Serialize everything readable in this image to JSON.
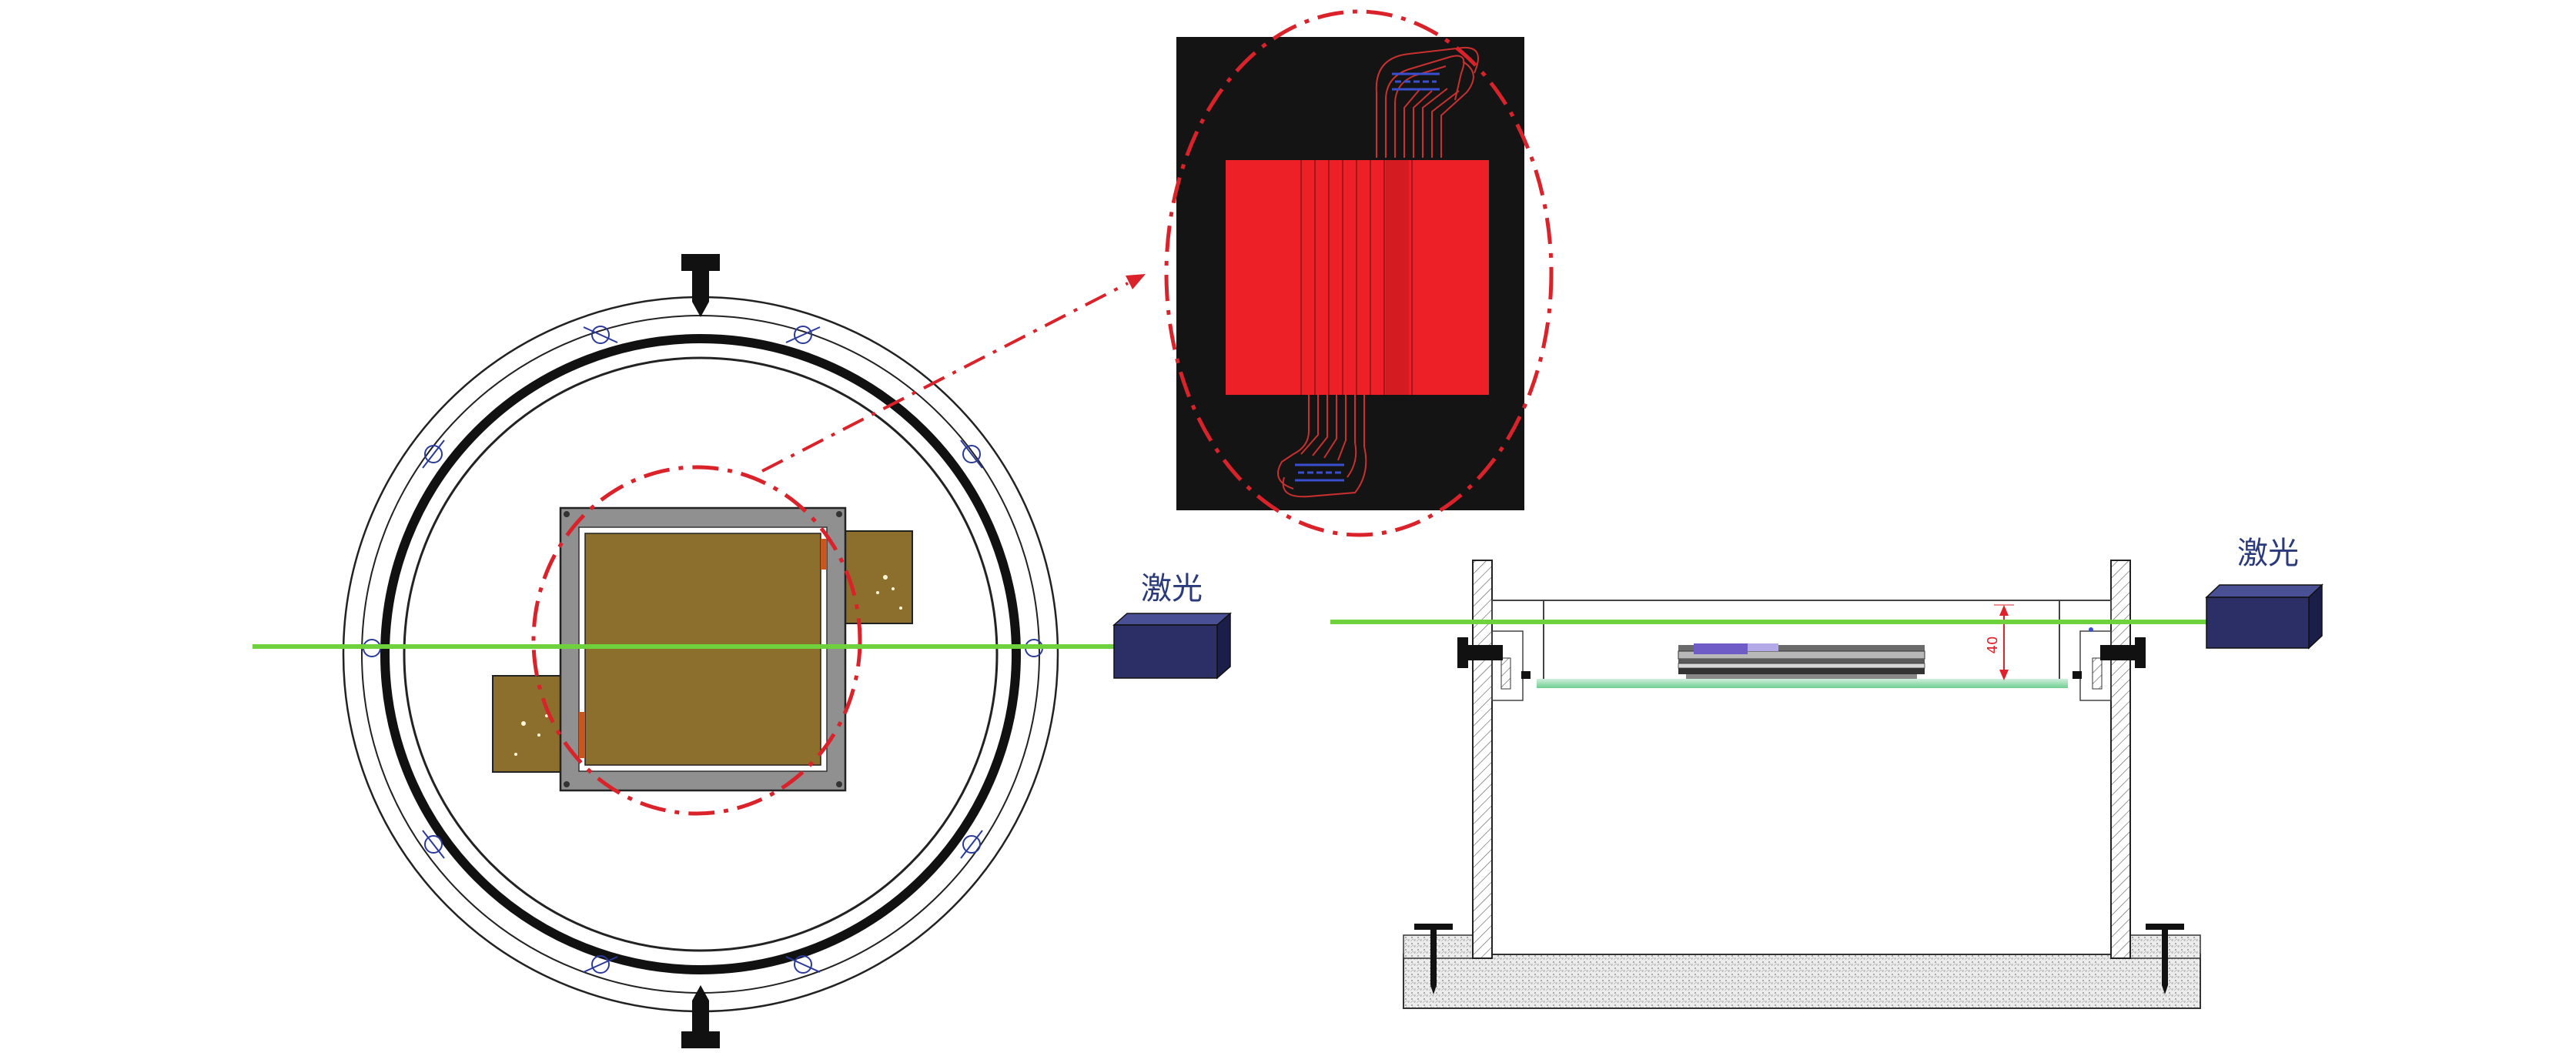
{
  "labels": {
    "laser_top_view": "激光",
    "laser_side_view": "激光",
    "gap_dimension": "40"
  },
  "colors": {
    "laser_beam": "#6fd23c",
    "laser_body": "#2b2f66",
    "chip_pad": "#8c6f2c",
    "chip_frame": "#909090",
    "sensor_red": "#ee2027",
    "dashdot_red": "#d9222a",
    "zoom_background": "#141414"
  }
}
